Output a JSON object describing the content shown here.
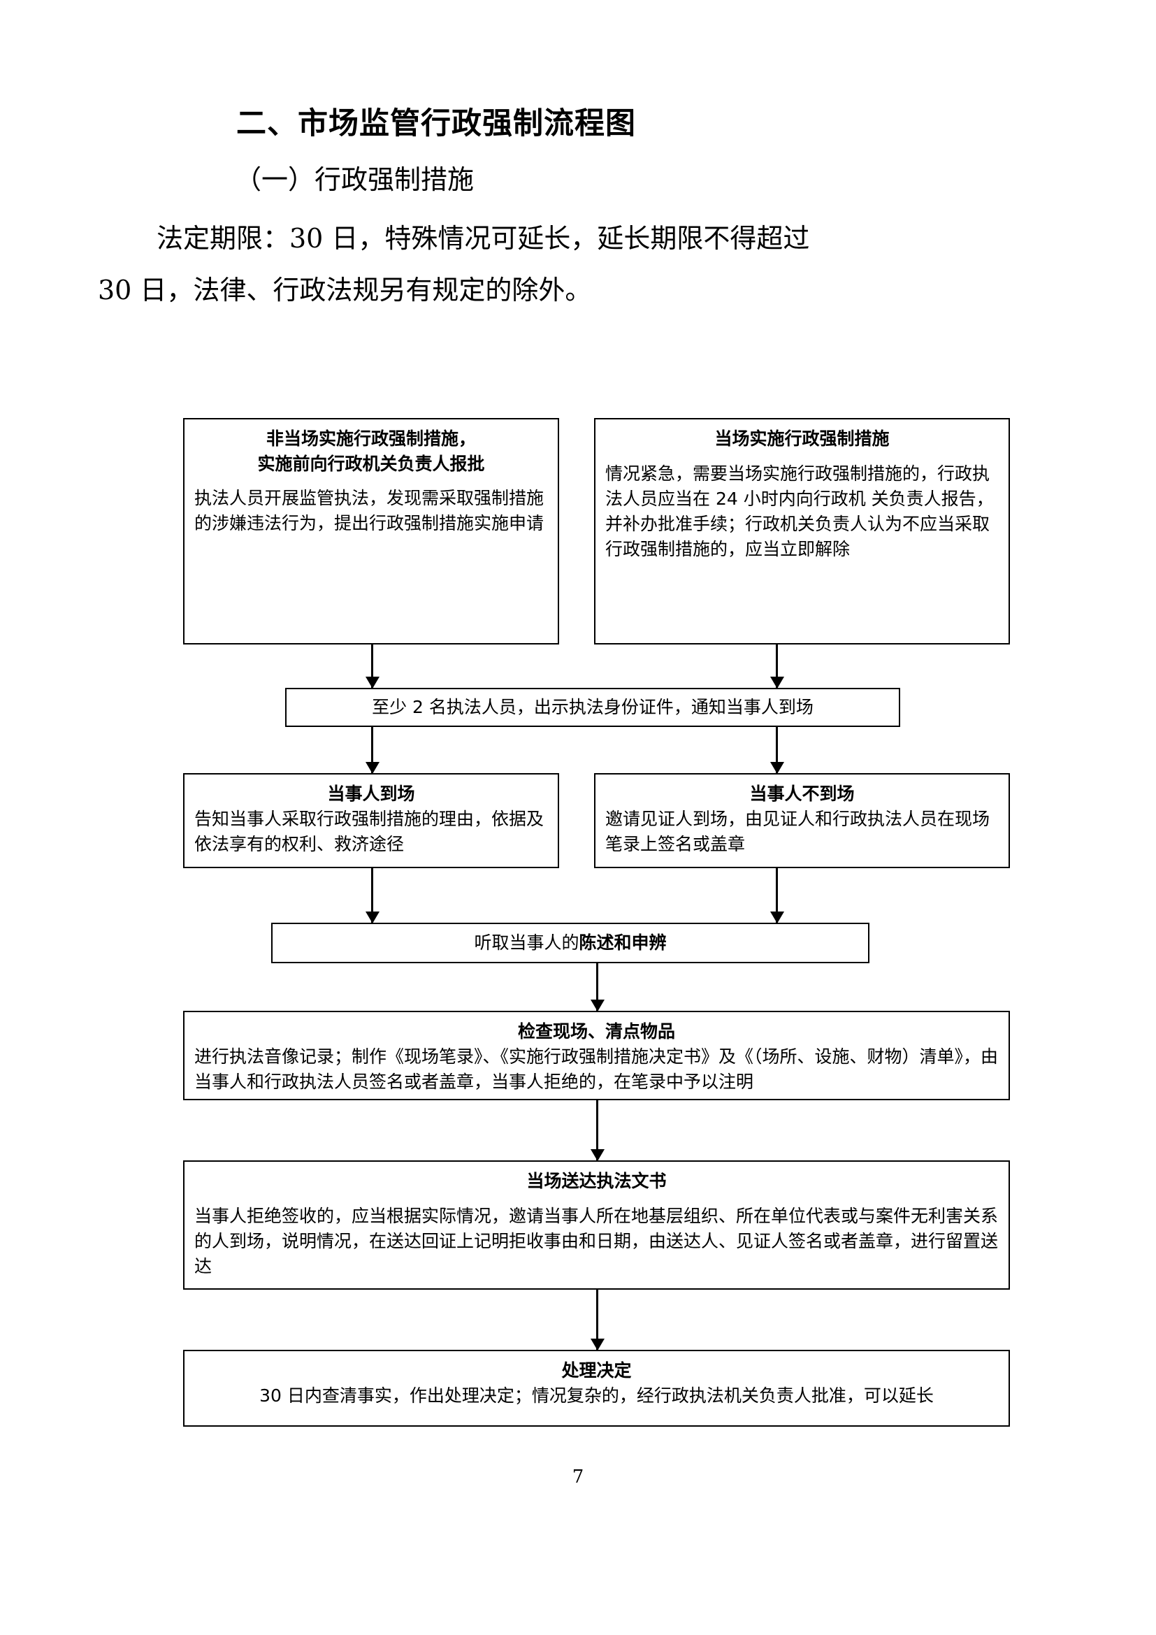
{
  "document": {
    "heading": "二、市场监管行政强制流程图",
    "subheading": "（一）行政强制措施",
    "paragraph_line1": "法定期限：30 日，特殊情况可延长，延长期限不得超过",
    "paragraph_line2": "30 日，法律、行政法规另有规定的除外。",
    "page_number": "7"
  },
  "flowchart": {
    "boxes": {
      "non_onsite": {
        "title_line1": "非当场实施行政强制措施，",
        "title_line2": "实施前向行政机关负责人报批",
        "body": "执法人员开展监管执法，发现需采取强制措施的涉嫌违法行为，提出行政强制措施实施申请"
      },
      "onsite": {
        "title": "当场实施行政强制措施",
        "body": "情况紧急，需要当场实施行政强制措施的，行政执法人员应当在 24 小时内向行政机 关负责人报告，并补办批准手续；行政机关负责人认为不应当采取行政强制措施的，应当立即解除"
      },
      "two_officers": {
        "text": "至少 2 名执法人员，出示执法身份证件，通知当事人到场"
      },
      "party_present": {
        "title": "当事人到场",
        "body": "告知当事人采取行政强制措施的理由，依据及依法享有的权利、救济途径"
      },
      "party_absent": {
        "title": "当事人不到场",
        "body": "邀请见证人到场，由见证人和行政执法人员在现场笔录上签名或盖章"
      },
      "hearing": {
        "text_normal": "听取当事人的",
        "text_bold": "陈述和申辨"
      },
      "inspect_site": {
        "title": "检查现场、清点物品",
        "body": "进行执法音像记录；制作《现场笔录》、《实施行政强制措施决定书》及《（场所、设施、财物）清单》，由当事人和行政执法人员签名或者盖章，当事人拒绝的，在笔录中予以注明"
      },
      "serve_documents": {
        "title": "当场送达执法文书",
        "body": "当事人拒绝签收的，应当根据实际情况，邀请当事人所在地基层组织、所在单位代表或与案件无利害关系的人到场，说明情况，在送达回证上记明拒收事由和日期，由送达人、见证人签名或者盖章，进行留置送达"
      },
      "decision": {
        "title": "处理决定",
        "body": "30 日内查清事实，作出处理决定；情况复杂的，经行政执法机关负责人批准，可以延长"
      }
    }
  }
}
